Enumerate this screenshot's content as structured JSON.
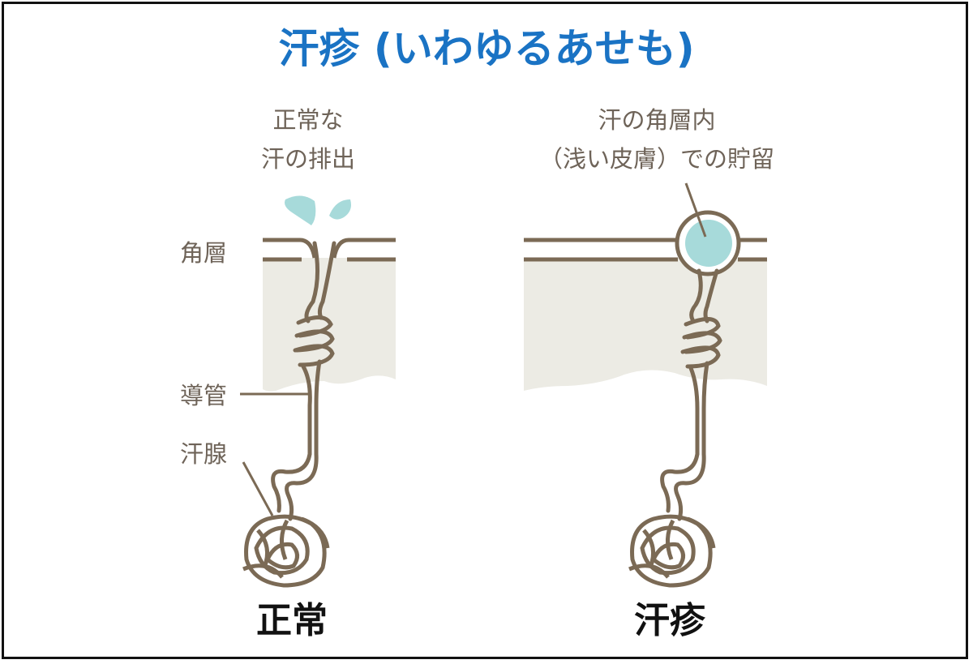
{
  "title": "汗疹 (いわゆるあせも)",
  "normal": {
    "heading_line1": "正常な",
    "heading_line2": "汗の排出",
    "label_stratum": "角層",
    "label_duct": "導管",
    "label_gland": "汗腺",
    "caption": "正常"
  },
  "miliaria": {
    "heading_line1": "汗の角層内",
    "heading_line2": "（浅い皮膚）での貯留",
    "caption": "汗疹"
  },
  "colors": {
    "title": "#1a73c4",
    "line": "#7b6a55",
    "skin": "#ecebe4",
    "sweat": "#a7dada",
    "label_text": "#6e6358"
  }
}
